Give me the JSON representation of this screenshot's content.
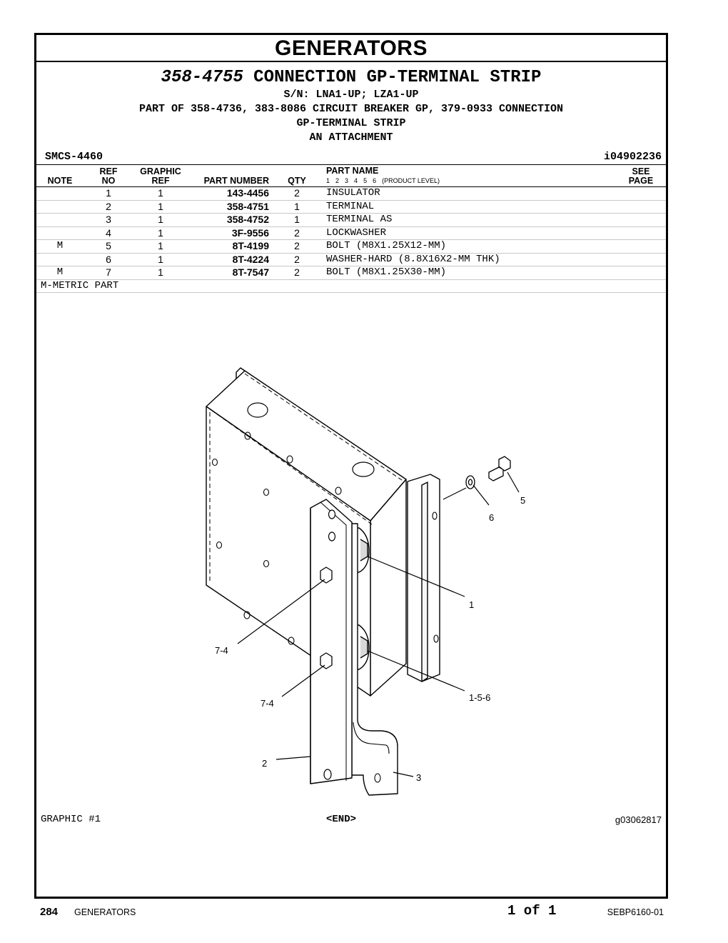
{
  "section_title": "GENERATORS",
  "group": {
    "part_number": "358-4755",
    "name": "CONNECTION GP-TERMINAL STRIP",
    "serial": "S/N: LNA1-UP; LZA1-UP",
    "part_of_line1": "PART OF 358-4736, 383-8086 CIRCUIT BREAKER GP, 379-0933 CONNECTION",
    "part_of_line2": "GP-TERMINAL STRIP",
    "attachment": "AN ATTACHMENT"
  },
  "smcs": "SMCS-4460",
  "illustration_id": "i04902236",
  "table_headers": {
    "note": "NOTE",
    "ref_top": "REF",
    "ref_bottom": "NO",
    "graphic_top": "GRAPHIC",
    "graphic_bottom": "REF",
    "part_number": "PART NUMBER",
    "qty": "QTY",
    "part_name": "PART NAME",
    "product_level": [
      "1",
      "2",
      "3",
      "4",
      "5",
      "6"
    ],
    "product_level_label": "(PRODUCT LEVEL)",
    "see_top": "SEE",
    "see_bottom": "PAGE"
  },
  "parts": [
    {
      "note": "",
      "ref": "1",
      "gref": "1",
      "pn": "143-4456",
      "qty": "2",
      "name": "INSULATOR"
    },
    {
      "note": "",
      "ref": "2",
      "gref": "1",
      "pn": "358-4751",
      "qty": "1",
      "name": "TERMINAL"
    },
    {
      "note": "",
      "ref": "3",
      "gref": "1",
      "pn": "358-4752",
      "qty": "1",
      "name": "TERMINAL AS"
    },
    {
      "note": "",
      "ref": "4",
      "gref": "1",
      "pn": "3F-9556",
      "qty": "2",
      "name": "LOCKWASHER"
    },
    {
      "note": "M",
      "ref": "5",
      "gref": "1",
      "pn": "8T-4199",
      "qty": "2",
      "name": "BOLT (M8X1.25X12-MM)"
    },
    {
      "note": "",
      "ref": "6",
      "gref": "1",
      "pn": "8T-4224",
      "qty": "2",
      "name": "WASHER-HARD (8.8X16X2-MM THK)"
    },
    {
      "note": "M",
      "ref": "7",
      "gref": "1",
      "pn": "8T-7547",
      "qty": "2",
      "name": "BOLT (M8X1.25X30-MM)"
    }
  ],
  "metric_note": "M-METRIC PART",
  "callouts": [
    "5",
    "6",
    "1",
    "7-4",
    "1-5-6",
    "7-4",
    "2",
    "3"
  ],
  "graphic_label": "GRAPHIC #1",
  "end_label": "<END>",
  "graphic_id": "g03062817",
  "footer": {
    "page_number": "284",
    "section": "GENERATORS",
    "page_of": "1 of 1",
    "document": "SEBP6160-01"
  }
}
